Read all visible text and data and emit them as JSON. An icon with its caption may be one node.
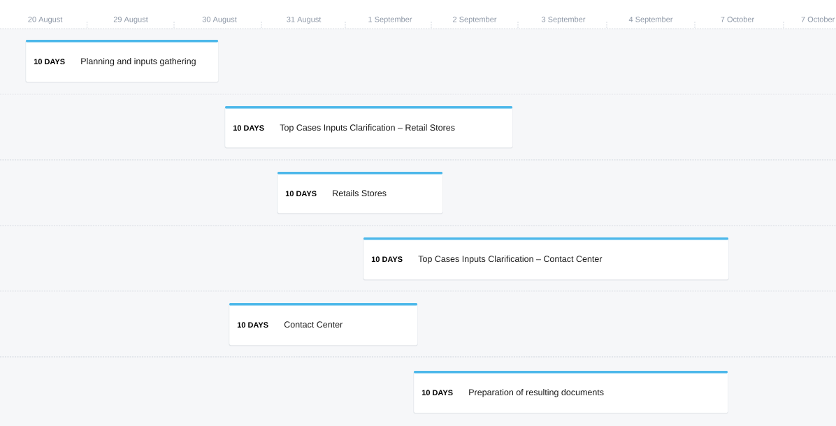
{
  "diagram": {
    "nodes": [
      {
        "text": [
          "10 DAYS",
          "Planning and inputs gathering"
        ]
      },
      {
        "text": [
          "10 DAYS",
          "Top Cases Inputs Clarification – Retail Stores"
        ]
      },
      {
        "text": [
          "10 DAYS",
          "Retails Stores"
        ]
      },
      {
        "text": [
          "10 DAYS",
          "Top Cases Inputs Clarification – Contact Center"
        ]
      },
      {
        "text": [
          "10 DAYS",
          "Contact Center"
        ]
      },
      {
        "text": [
          "10 DAYS",
          "Preparation of resulting documents"
        ]
      }
    ],
    "labels": [
      "20 August",
      "29 August",
      "30 August",
      "31 August",
      "1 September",
      "2 September",
      "3 September",
      "4 September",
      "7 October",
      "7 October"
    ]
  }
}
